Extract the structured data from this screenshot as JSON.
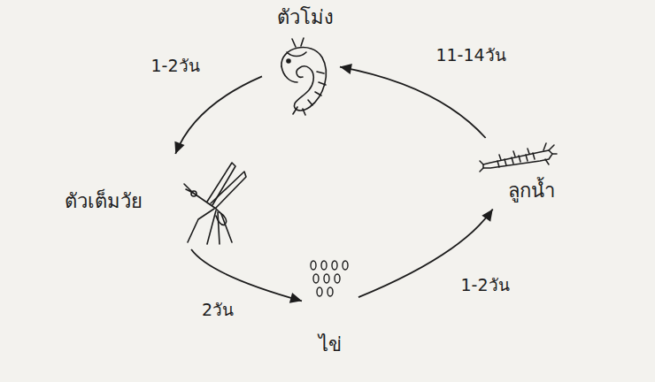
{
  "diagram": {
    "nodes": [
      {
        "text": [
          "ตัวโม่ง"
        ]
      },
      {
        "text": [
          "ตัวเต็มวัย"
        ]
      },
      {
        "text": [
          "ไข่"
        ]
      },
      {
        "text": [
          "ลูกน้ำ"
        ]
      }
    ],
    "edges": [
      {
        "from": 0,
        "to": 1,
        "label": "1-2วัน",
        "arrow": "to"
      },
      {
        "from": 1,
        "to": 2,
        "label": "2วัน",
        "arrow": "to"
      },
      {
        "from": 2,
        "to": 3,
        "label": "1-2วัน",
        "arrow": "to"
      },
      {
        "from": 3,
        "to": 0,
        "label": "11-14วัน",
        "arrow": "to"
      }
    ]
  }
}
